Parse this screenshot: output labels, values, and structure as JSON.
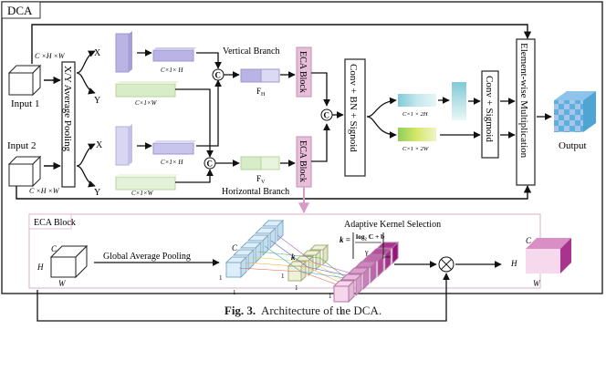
{
  "figure": {
    "title": "DCA",
    "caption_label": "Fig. 3.",
    "caption_text": "Architecture of the DCA."
  },
  "dca": {
    "input1_label": "Input 1",
    "input2_label": "Input 2",
    "input1_dims": "C ×H ×W",
    "input2_dims": "C ×H ×W",
    "pooling_label": "X/Y Average Pooling",
    "x_label": "X",
    "y_label": "Y",
    "vert_x_dims": "C×1× H",
    "vert_y_dims": "C×1×W",
    "horiz_x_dims": "C×1× H",
    "horiz_y_dims": "C×1×W",
    "concat_symbol": "C",
    "vertical_branch_label": "Vertical Branch",
    "horizontal_branch_label": "Horizontal Branch",
    "fh_label": "F",
    "fh_sub": "H",
    "fv_label": "F",
    "fv_sub": "V",
    "eca_block_label": "ECA Block",
    "conv_bn_sigmoid_label": "Conv + BN + Signoid",
    "split_h_dims": "C×1 × 2H",
    "split_w_dims": "C×1 × 2W",
    "conv_sigmoid_label": "Conv + Sigmoid",
    "elementwise_label": "Element-wise Multiplication",
    "output_label": "Output"
  },
  "eca": {
    "title": "ECA Block",
    "input_c": "C",
    "input_h": "H",
    "input_w": "W",
    "gap_label": "Global Average Pooling",
    "vec_c": "C",
    "one": "1",
    "k_label": "k",
    "aks_label": "Adaptive Kernel Selection",
    "formula_k": "k =",
    "formula_num": "log₂ C + b",
    "formula_den": "γ",
    "formula_sub": "odd",
    "mult_symbol": "⊗",
    "out_c": "C",
    "out_h": "H",
    "out_w": "W"
  },
  "colors": {
    "purple_block": "#b9b4e3",
    "green_block": "#d8ecc8",
    "eca_pink": "#e8bfd9",
    "eca_border": "#d9a9c9",
    "teal": "#8fd2dc",
    "yellow_green": "#b6d86a",
    "output_blue": "#5bb0dc",
    "magenta": "#a8348f"
  }
}
